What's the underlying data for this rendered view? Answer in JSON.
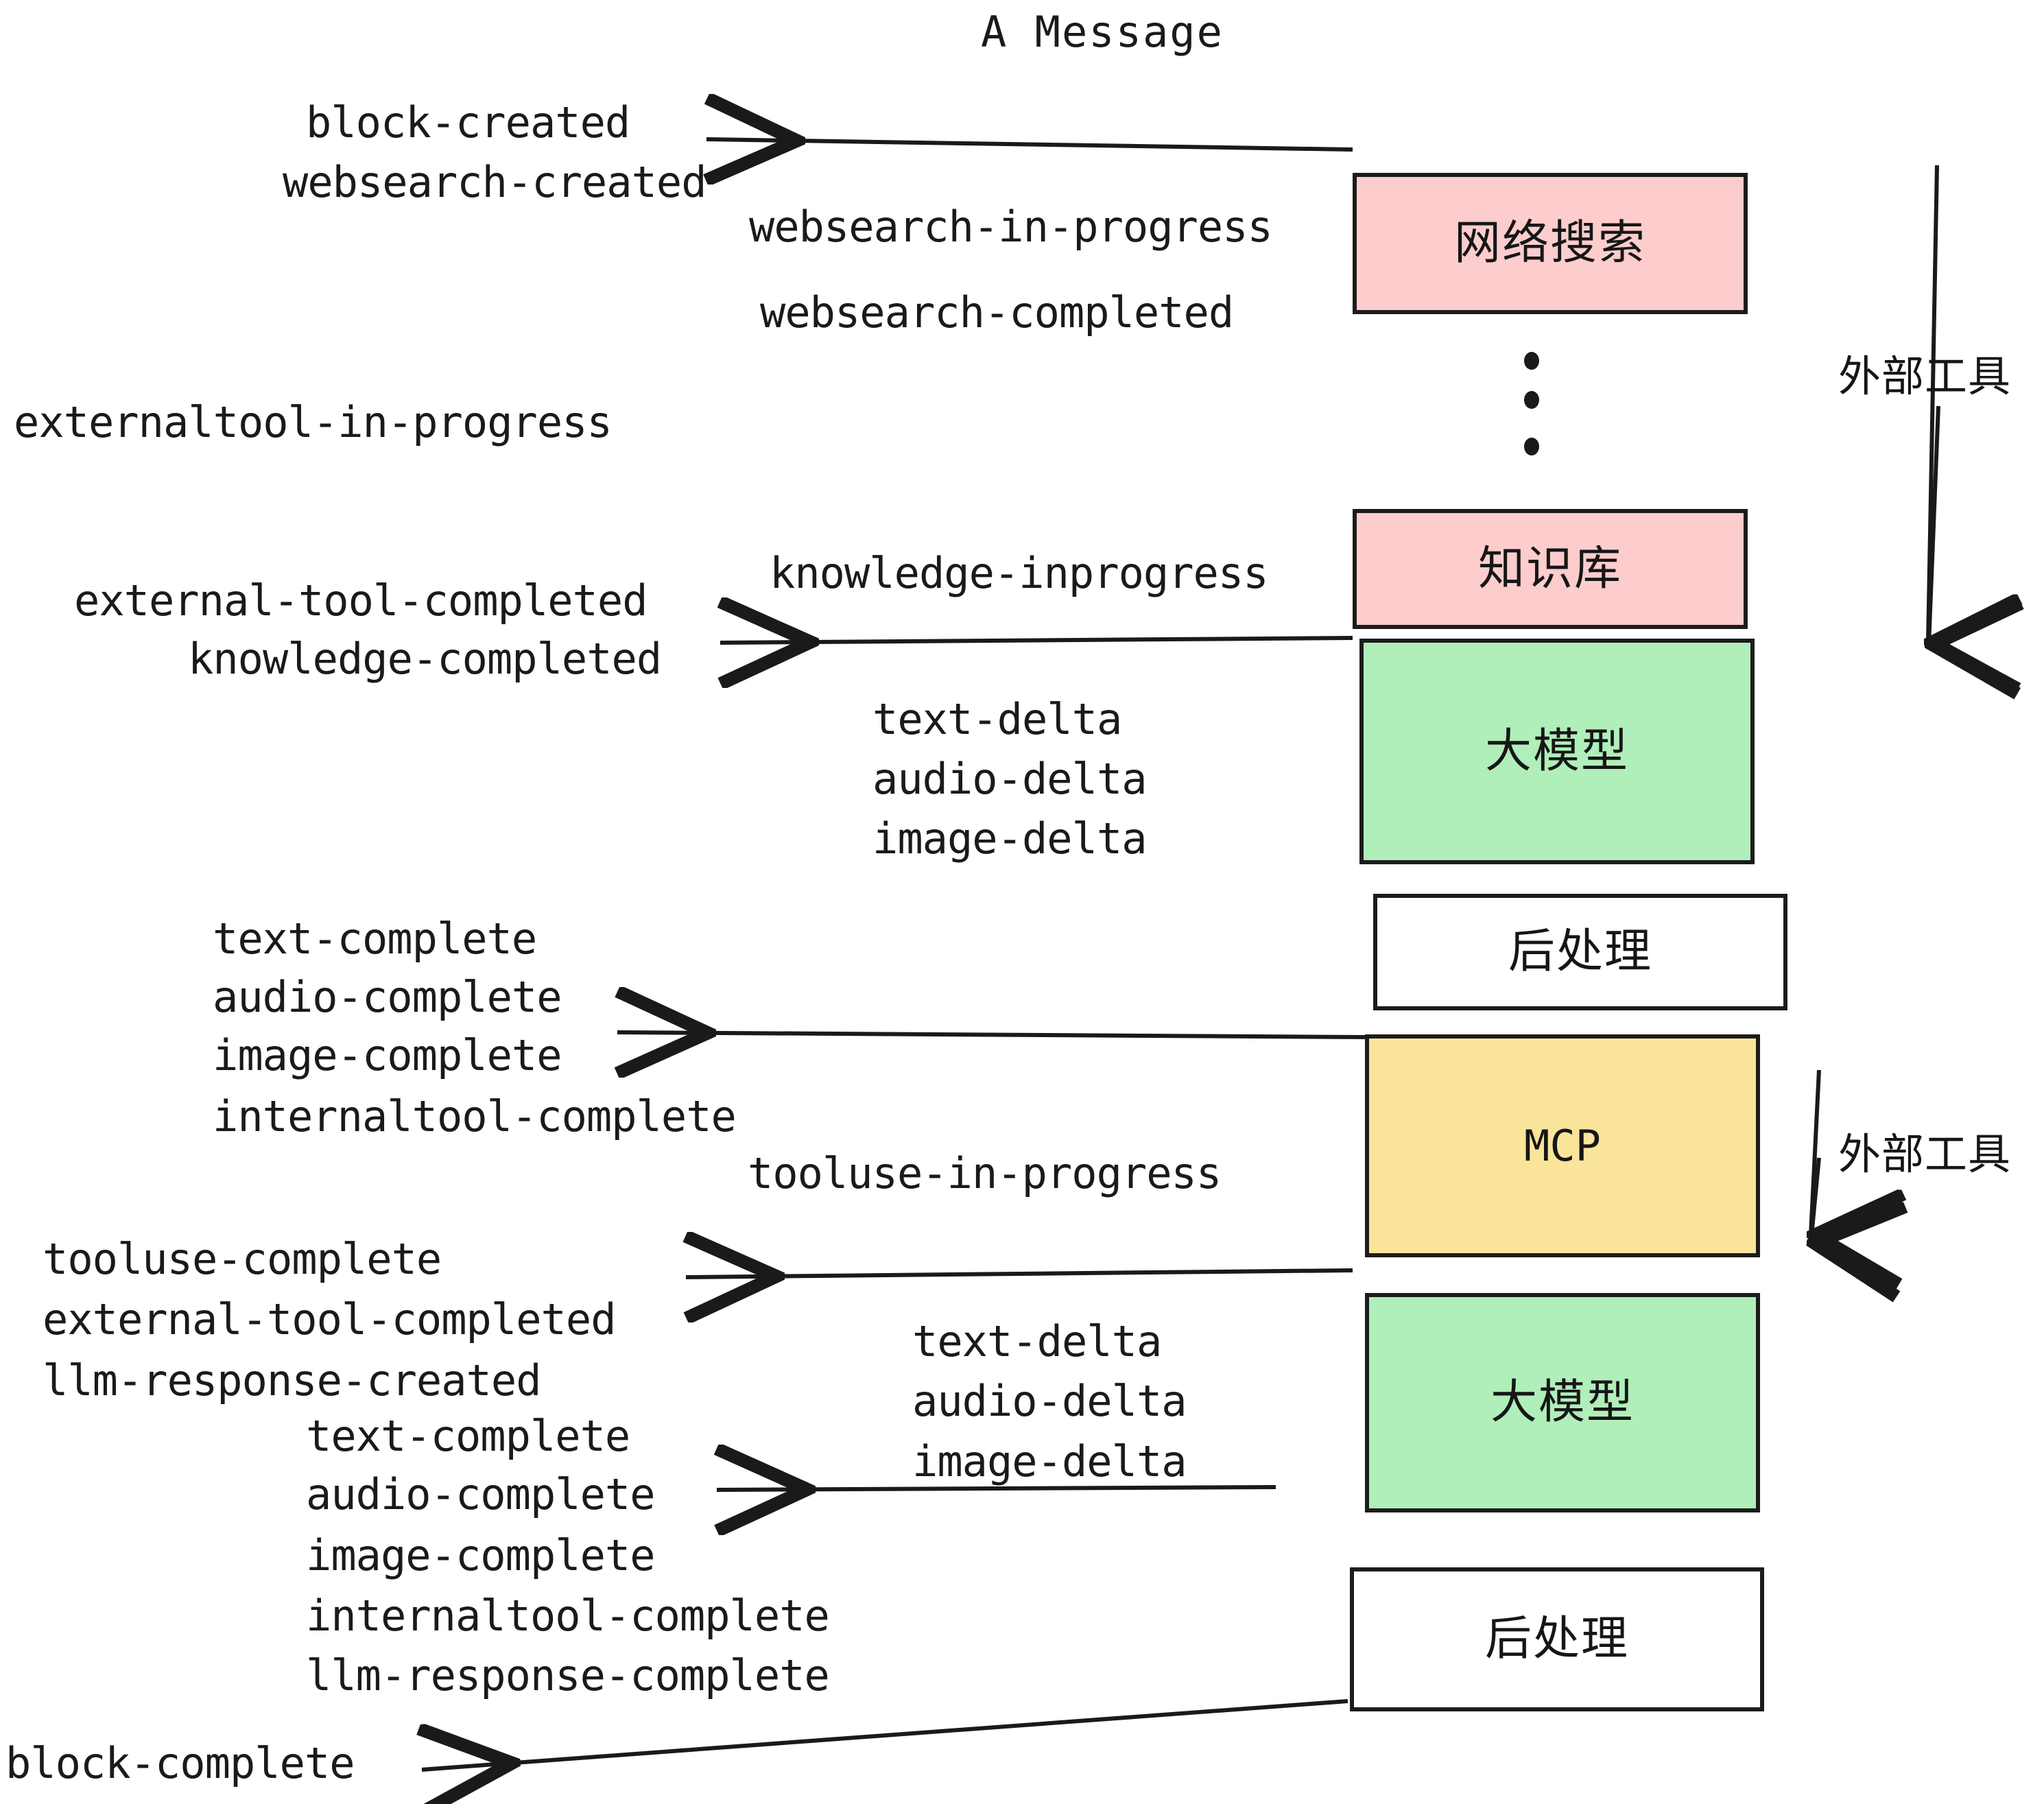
{
  "title": "A Message",
  "boxes": [
    {
      "id": "websearch",
      "label": "网络搜索",
      "color": "#fdcdcd"
    },
    {
      "id": "knowledge",
      "label": "知识库",
      "color": "#fdcdcd"
    },
    {
      "id": "llm-top",
      "label": "大模型",
      "color": "#b0eeba"
    },
    {
      "id": "postprocess-top",
      "label": "后处理",
      "color": "#ffffff"
    },
    {
      "id": "mcp",
      "label": "MCP",
      "color": "#fae49a"
    },
    {
      "id": "llm-bottom",
      "label": "大模型",
      "color": "#b0eeba"
    },
    {
      "id": "postprocess-bottom",
      "label": "后处理",
      "color": "#ffffff"
    }
  ],
  "brackets": [
    {
      "id": "external-tools-top",
      "label": "外部工具"
    },
    {
      "id": "external-tools-bottom",
      "label": "外部工具"
    }
  ],
  "events": {
    "block_created": "block-created",
    "websearch_created": "websearch-created",
    "websearch_in_progress": "websearch-in-progress",
    "websearch_completed": "websearch-completed",
    "externaltool_in_progress": "externaltool-in-progress",
    "knowledge_inprogress": "knowledge-inprogress",
    "external_tool_completed_1": "external-tool-completed",
    "knowledge_completed": "knowledge-completed",
    "text_delta_1": "text-delta",
    "audio_delta_1": "audio-delta",
    "image_delta_1": "image-delta",
    "text_complete_1": "text-complete",
    "audio_complete_1": "audio-complete",
    "image_complete_1": "image-complete",
    "internaltool_complete_1": "internaltool-complete",
    "tooluse_in_progress": "tooluse-in-progress",
    "tooluse_complete": "tooluse-complete",
    "external_tool_completed_2": "external-tool-completed",
    "llm_response_created": "llm-response-created",
    "text_delta_2": "text-delta",
    "audio_delta_2": "audio-delta",
    "image_delta_2": "image-delta",
    "text_complete_2": "text-complete",
    "audio_complete_2": "audio-complete",
    "image_complete_2": "image-complete",
    "internaltool_complete_2": "internaltool-complete",
    "llm_response_complete": "llm-response-complete",
    "block_complete": "block-complete"
  },
  "colors": {
    "ink": "#1a1a1a",
    "pink": "#fdcdcd",
    "green": "#b0eeba",
    "yellow": "#fae49a",
    "white": "#ffffff",
    "background": "#ffffff"
  }
}
